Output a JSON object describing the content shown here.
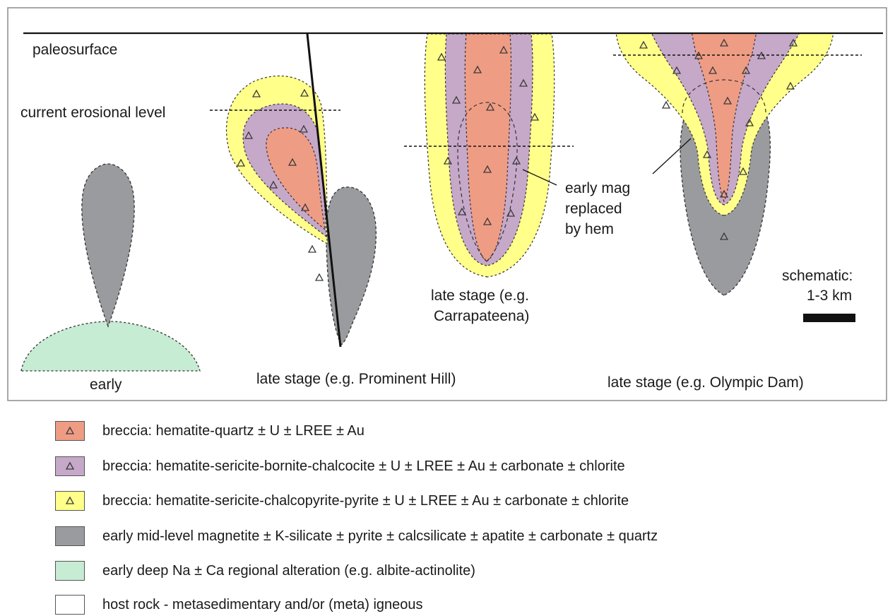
{
  "diagram": {
    "paleosurface": "paleosurface",
    "erosional_level": "current erosional level",
    "early": "early",
    "late_prominent": "late stage (e.g. Prominent Hill)",
    "late_carrapateena": [
      "late stage (e.g.",
      "Carrapateena)"
    ],
    "late_olympic": "late stage (e.g. Olympic Dam)",
    "early_mag_note": [
      "early mag",
      "replaced",
      "by hem"
    ],
    "scale": [
      "schematic:",
      "1-3 km"
    ]
  },
  "colors": {
    "hematite_quartz": "#ef9c84",
    "hem_bornite": "#c6a8c9",
    "hem_chalcopyrite": "#ffff8a",
    "magnetite": "#9a9b9e",
    "na_ca": "#c6ecd3",
    "host": "#ffffff",
    "breccia_symbol": "#3a3a3a"
  },
  "legend": [
    {
      "text": "breccia: hematite-quartz ± U ± LREE ± Au",
      "color": "#ef9c84",
      "symbol": "triangle-icon"
    },
    {
      "text": "breccia: hematite-sericite-bornite-chalcocite ± U ± LREE ± Au ± carbonate ± chlorite",
      "color": "#c6a8c9",
      "symbol": "triangle-icon"
    },
    {
      "text": "breccia: hematite-sericite-chalcopyrite-pyrite ± U ± LREE ± Au ± carbonate ± chlorite",
      "color": "#ffff8a",
      "symbol": "triangle-icon"
    },
    {
      "text": "early mid-level magnetite ± K-silicate ± pyrite ± calcsilicate ± apatite ± carbonate ± quartz",
      "color": "#9a9b9e",
      "symbol": ""
    },
    {
      "text": "early deep Na ± Ca regional alteration (e.g. albite-actinolite)",
      "color": "#c6ecd3",
      "symbol": ""
    },
    {
      "text": "host rock - metasedimentary and/or (meta) igneous",
      "color": "#ffffff",
      "symbol": ""
    }
  ]
}
